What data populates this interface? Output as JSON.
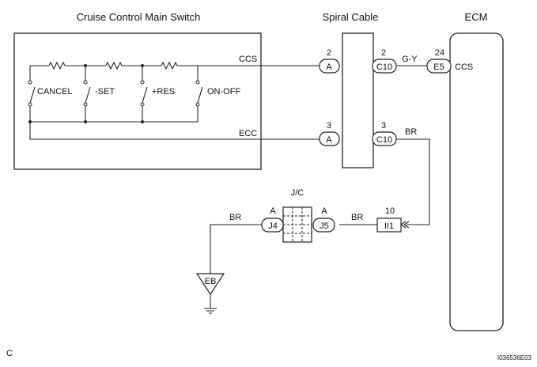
{
  "titles": {
    "switch": "Cruise Control Main Switch",
    "spiral": "Spiral Cable",
    "ecm": "ECM",
    "jc": "J/C"
  },
  "switches": [
    "CANCEL",
    "-SET",
    "+RES",
    "ON-OFF"
  ],
  "wires": {
    "ccs": "CCS",
    "ecc": "ECC",
    "gy": "G-Y",
    "br1": "BR",
    "br2": "BR",
    "br3": "BR"
  },
  "connectors": {
    "a_top": {
      "pin": "2",
      "name": "A"
    },
    "c10_top": {
      "pin": "2",
      "name": "C10"
    },
    "e5": {
      "pin": "24",
      "name": "E5"
    },
    "a_bot": {
      "pin": "3",
      "name": "A"
    },
    "c10_bot": {
      "pin": "3",
      "name": "C10"
    },
    "j4": {
      "pin": "A",
      "name": "J4"
    },
    "j5": {
      "pin": "A",
      "name": "J5"
    },
    "ii1": {
      "pin": "10",
      "name": "II1"
    }
  },
  "ecm_terminal": "CCS",
  "ground": "EB",
  "corner_letter": "C",
  "figure_id": "I036536E03"
}
